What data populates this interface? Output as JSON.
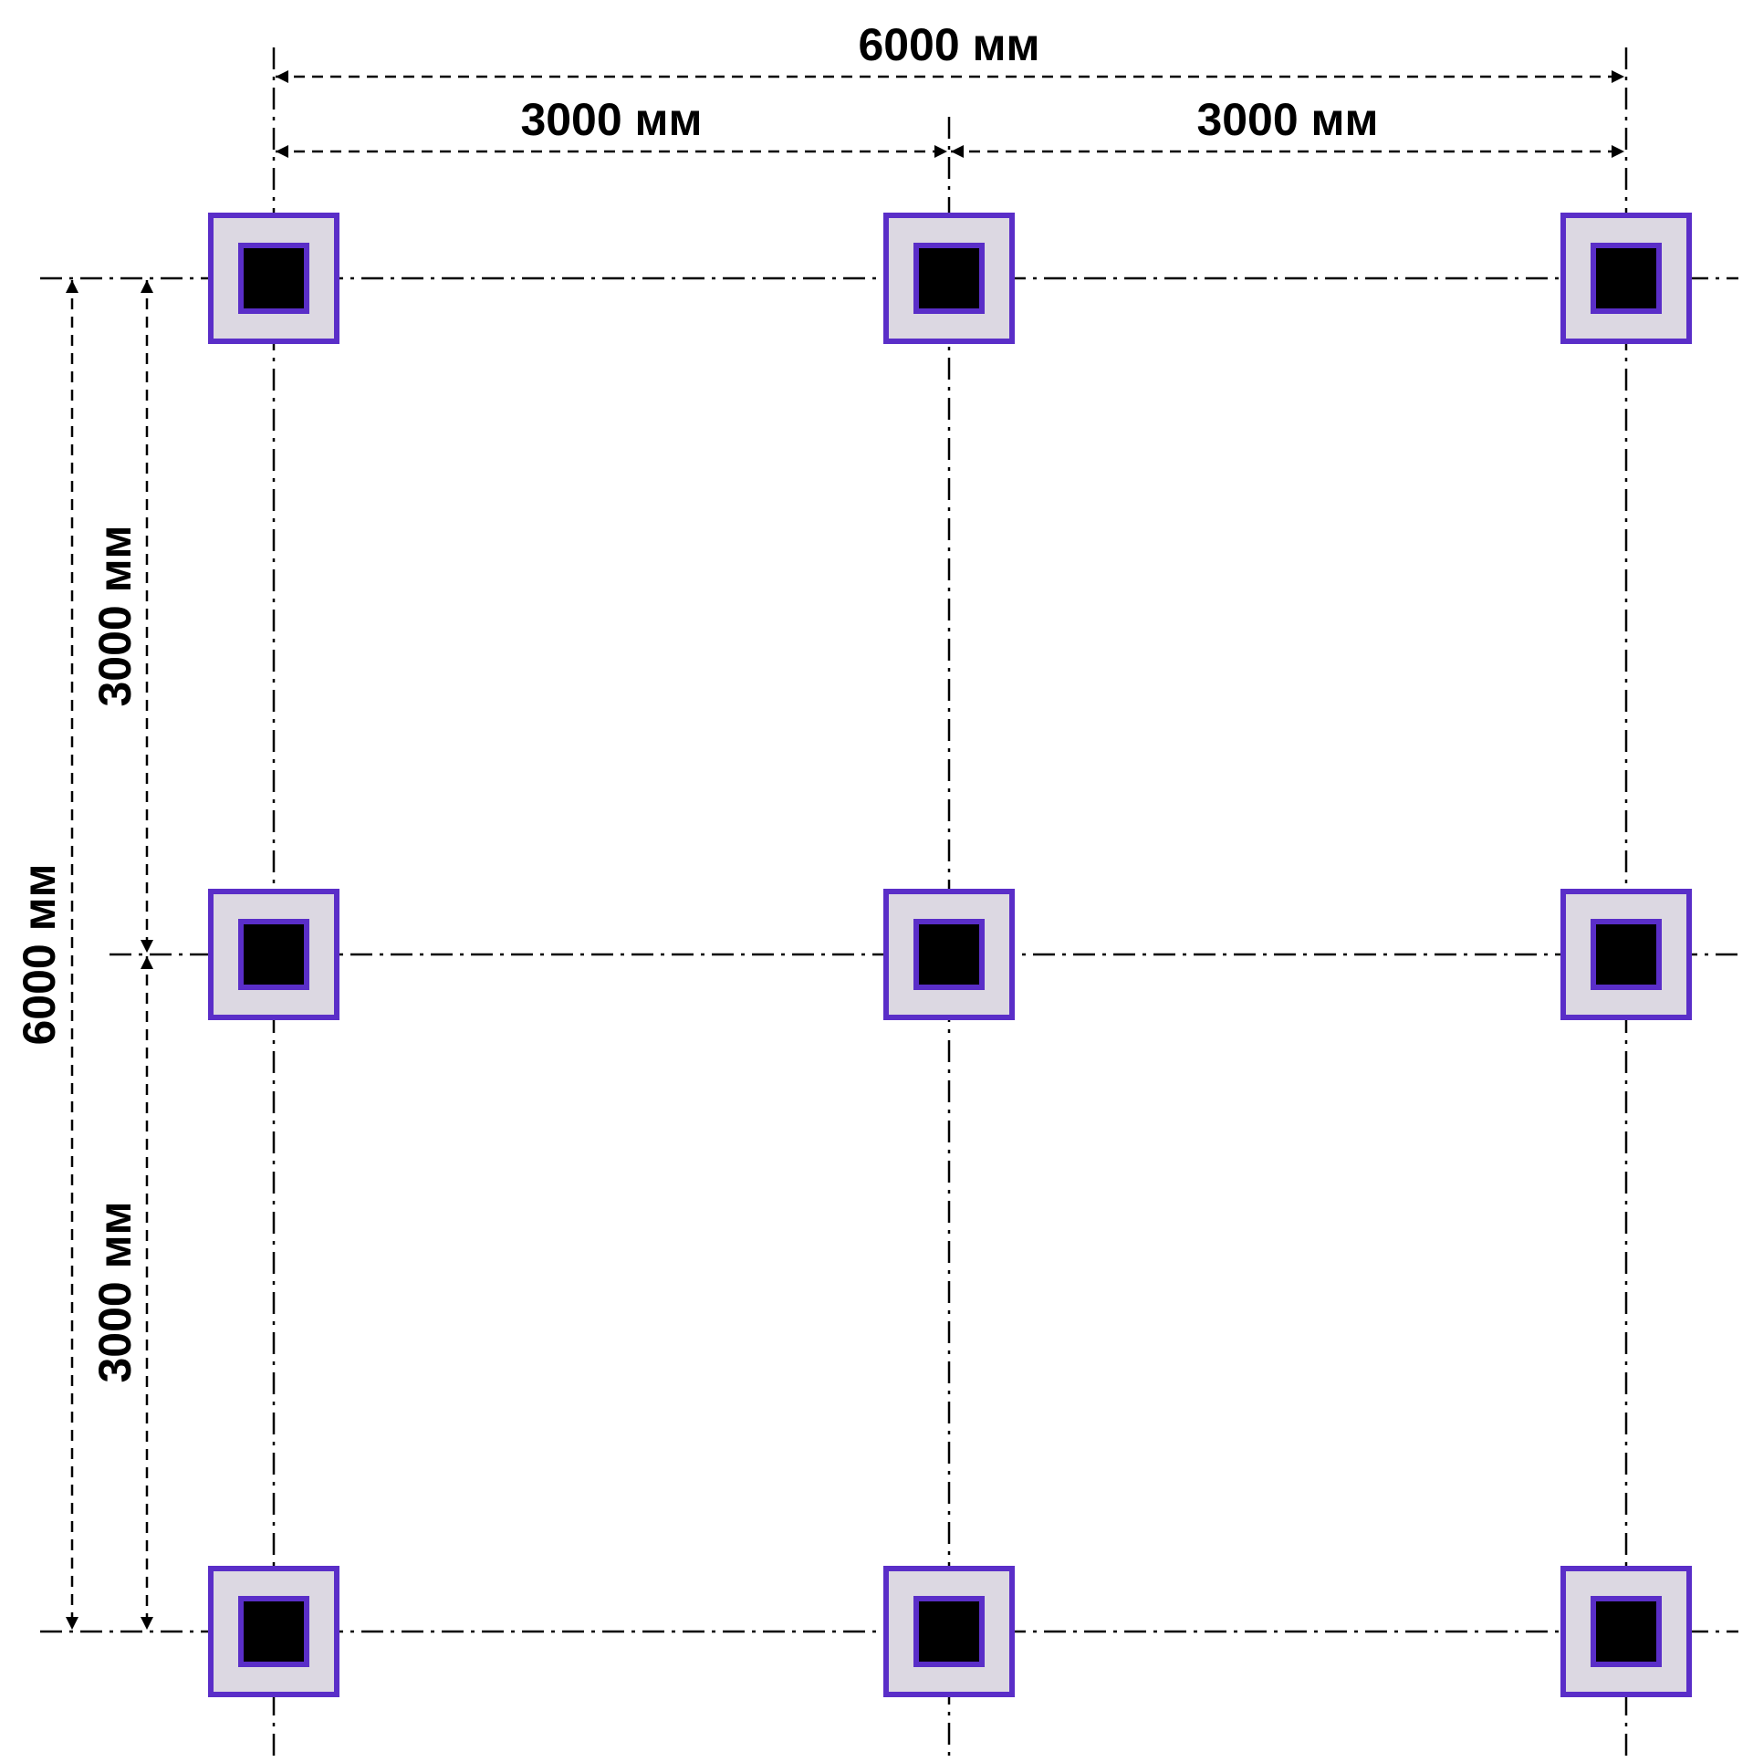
{
  "dimensions": {
    "top_total": "6000 мм",
    "top_left": "3000 мм",
    "top_right": "3000 мм",
    "left_total": "6000 мм",
    "left_upper": "3000 мм",
    "left_lower": "3000 мм"
  },
  "grid": {
    "columns": 3,
    "rows": 3,
    "spacing_mm": 3000
  },
  "colors": {
    "pillar_border": "#5a2ec8",
    "pillar_fill": "#dcd8e2",
    "pillar_core": "#000000",
    "lines": "#000000"
  }
}
